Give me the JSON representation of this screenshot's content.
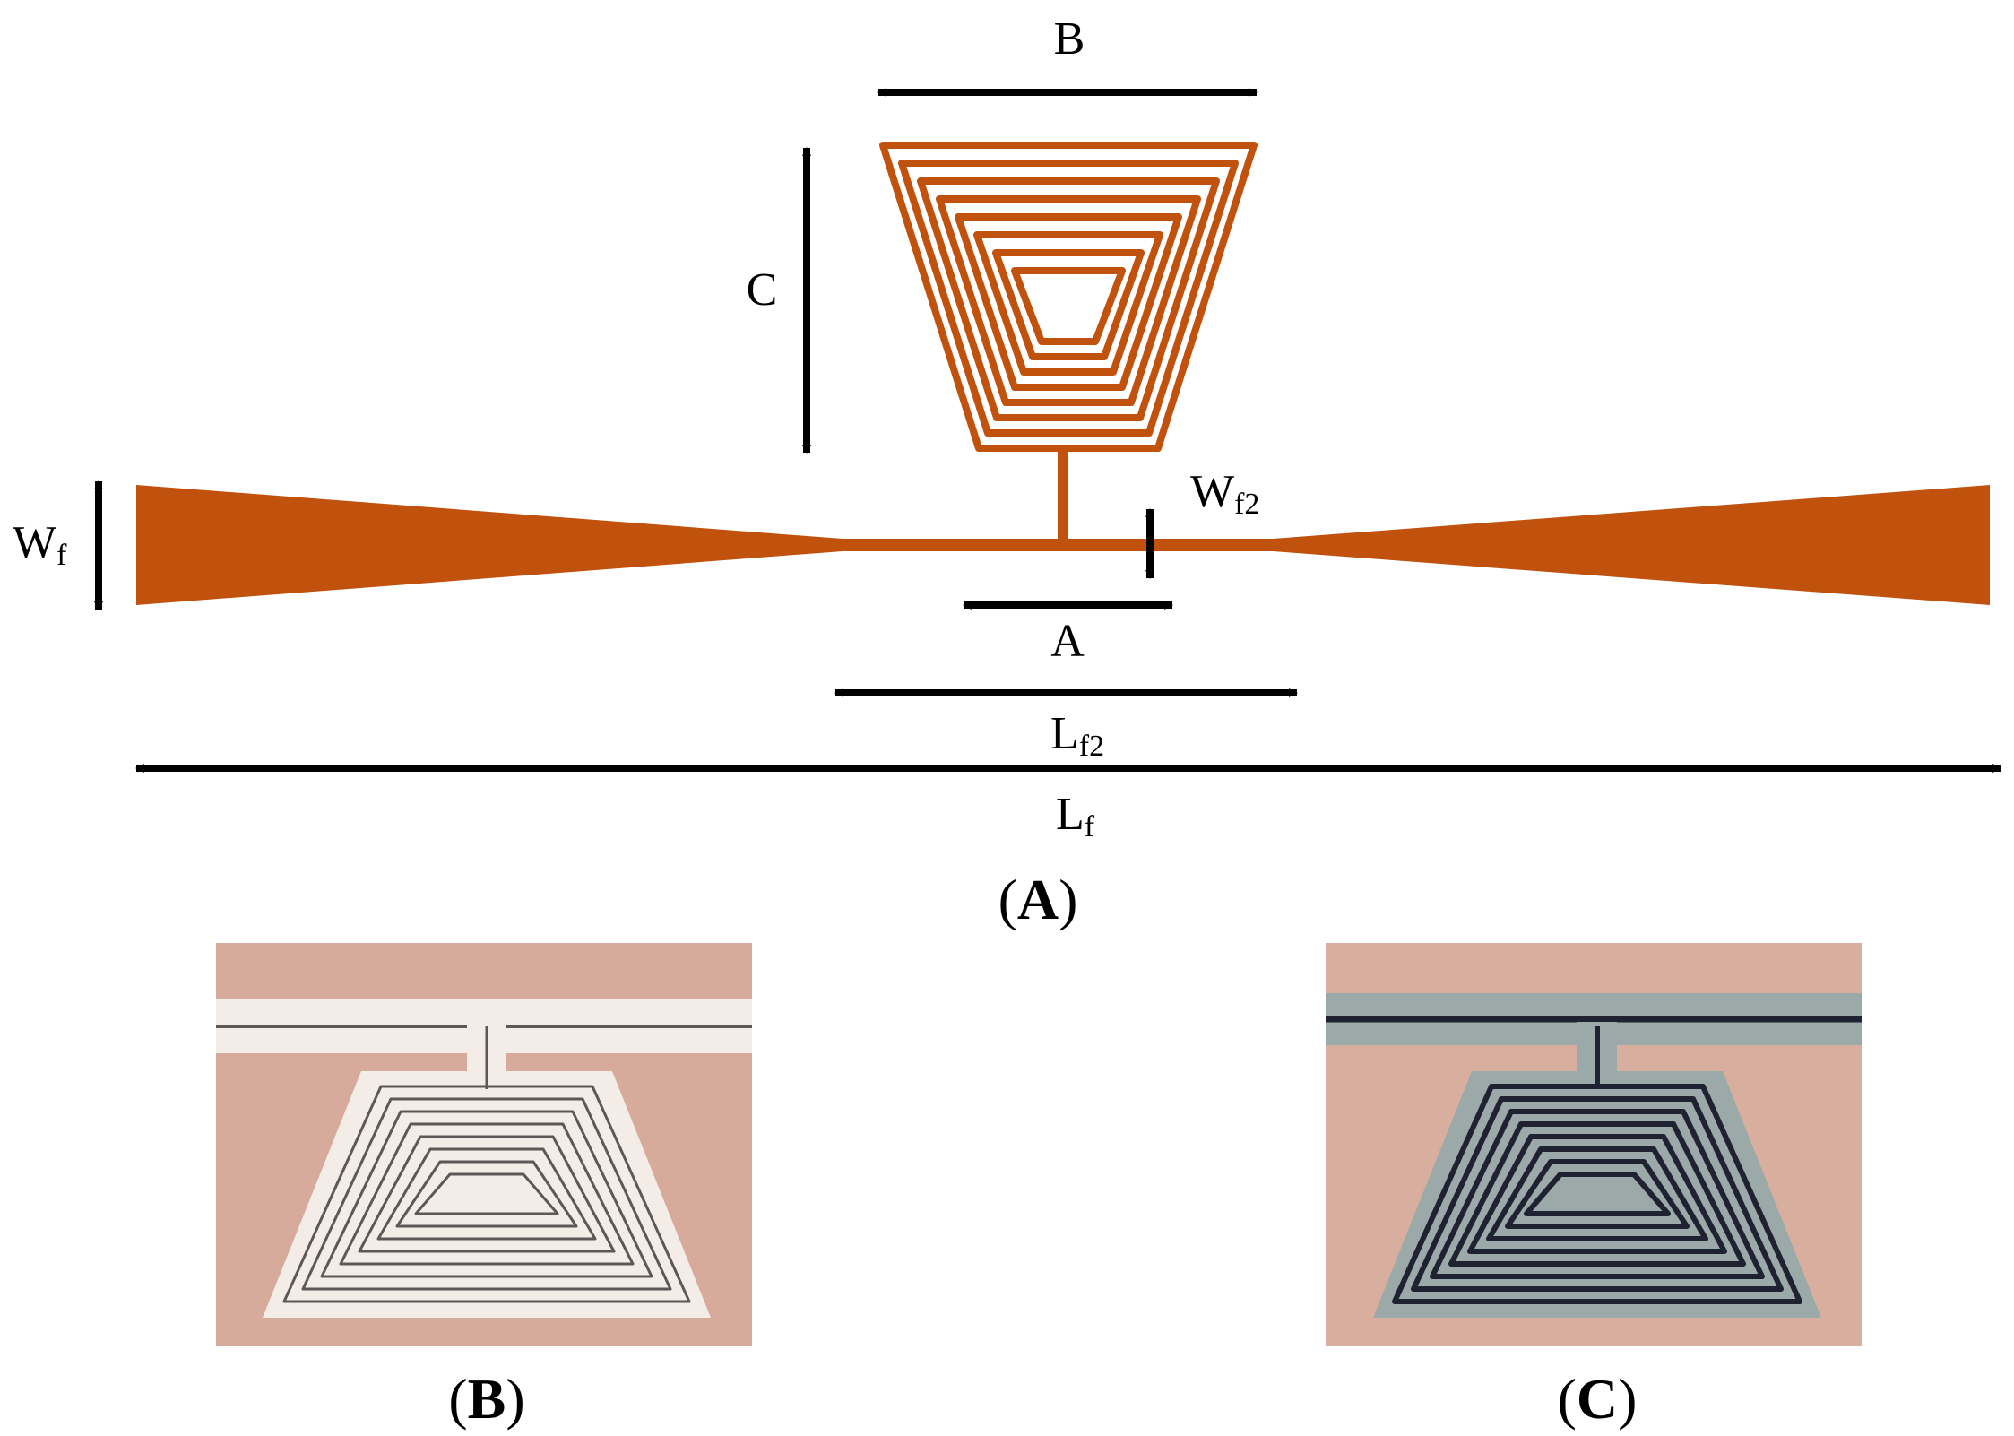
{
  "colors": {
    "copper": "#c0520e",
    "arrow": "#000000",
    "photo_b_substrate": "#d7ab9c",
    "photo_b_trace": "#f4ece6",
    "photo_b_gap": "#5d5858",
    "photo_c_substrate": "#d8ae9e",
    "photo_c_trace": "#9ba9a8",
    "photo_c_gap": "#1f2230"
  },
  "labels": {
    "B": "B",
    "C": "C",
    "A": "A",
    "Wf": {
      "main": "W",
      "sub": "f"
    },
    "Wf2": {
      "main": "W",
      "sub": "f2"
    },
    "Lf2": {
      "main": "L",
      "sub": "f2"
    },
    "Lf": {
      "main": "L",
      "sub": "f"
    }
  },
  "captions": {
    "A": {
      "open": "(",
      "letter": "A",
      "close": ")"
    },
    "B": {
      "open": "(",
      "letter": "B",
      "close": ")"
    },
    "C": {
      "open": "(",
      "letter": "C",
      "close": ")"
    }
  },
  "icons": {
    "arrow_head": "triangle-arrowhead-icon"
  }
}
